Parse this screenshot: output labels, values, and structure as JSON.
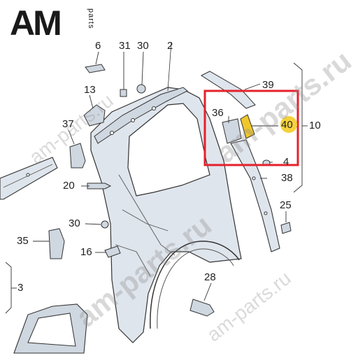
{
  "brand": {
    "logo_text": "AM",
    "logo_suffix": "parts"
  },
  "watermark": "am-parts.ru",
  "callouts": {
    "c6": "6",
    "c31": "31",
    "c30a": "30",
    "c2": "2",
    "c13": "13",
    "c37": "37",
    "c36": "36",
    "c39": "39",
    "c40": "40",
    "c10": "10",
    "c4": "4",
    "c38": "38",
    "c20": "20",
    "c25": "25",
    "c30b": "30",
    "c35": "35",
    "c16": "16",
    "c28": "28",
    "c3": "3"
  },
  "colors": {
    "highlight_box": "#e5212b",
    "badge_fill": "#f4d23c",
    "line": "#333333",
    "part_fill": "#dde3ea"
  }
}
